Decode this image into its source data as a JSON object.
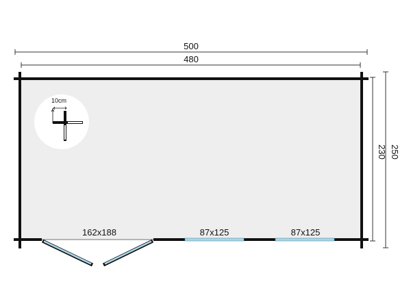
{
  "dimensions": {
    "outer_width": "500",
    "inner_width": "480",
    "inner_depth": "230",
    "outer_depth": "250"
  },
  "openings": {
    "door": "162x188",
    "window_1": "87x125",
    "window_2": "87x125"
  },
  "detail": {
    "wall_thickness": "10cm"
  },
  "colors": {
    "wall": "#111111",
    "floor": "#eeeeee",
    "glass": "#a9d6ea",
    "dimension_line": "#333333"
  }
}
